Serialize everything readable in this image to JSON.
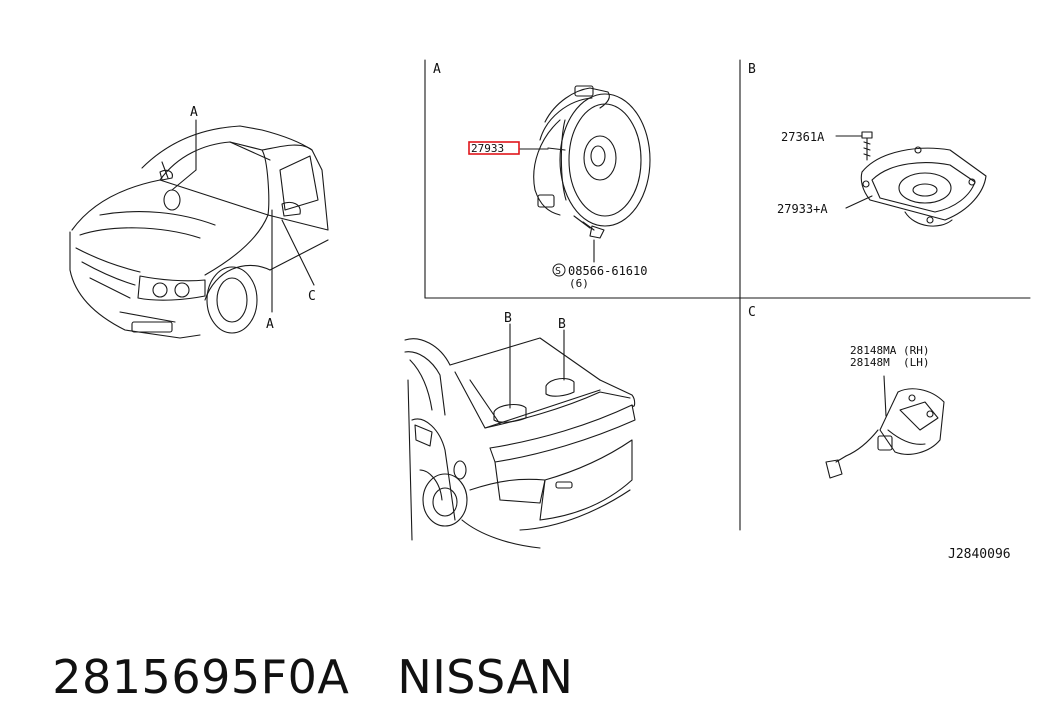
{
  "diagram": {
    "reference_code": "J2840096",
    "sections": {
      "a": "A",
      "b": "B",
      "c": "C"
    },
    "car_front_labels": {
      "top_a": "A",
      "bottom_a": "A",
      "c": "C"
    },
    "car_rear_labels": {
      "b_left": "B",
      "b_right": "B"
    },
    "section_a_parts": {
      "highlighted_part": "27933",
      "screw_part": "08566-61610",
      "screw_qty": "(6)",
      "screw_symbol": "S"
    },
    "section_b_parts": {
      "bolt_part": "27361A",
      "speaker_part": "27933+A"
    },
    "section_c_parts": {
      "rh_part": "28148MA (RH)",
      "lh_part": "28148M  (LH)"
    }
  },
  "caption": {
    "part_number": "2815695F0A",
    "brand": "NISSAN"
  },
  "colors": {
    "line": "#1a1a1a",
    "highlight": "#e0151b"
  }
}
